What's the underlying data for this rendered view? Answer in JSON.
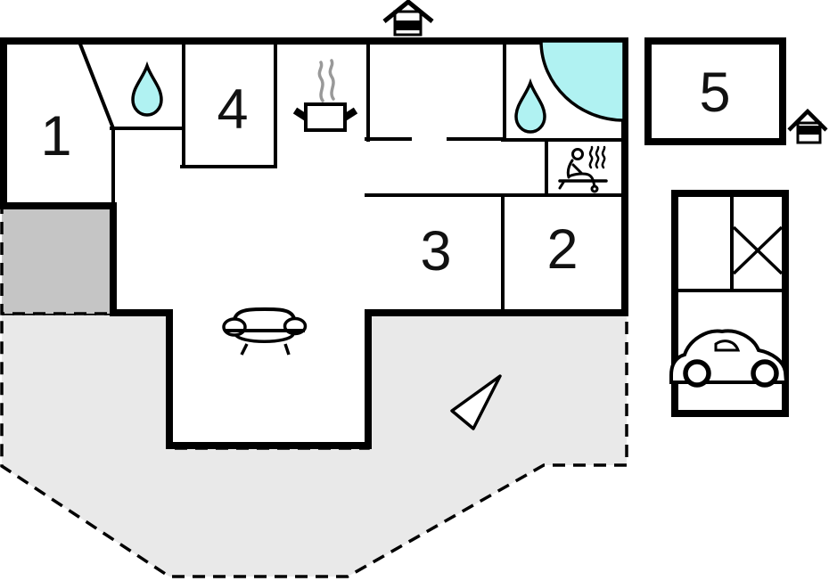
{
  "plan": {
    "rooms": [
      {
        "id": "room-1",
        "label": "1"
      },
      {
        "id": "room-2",
        "label": "2"
      },
      {
        "id": "room-3",
        "label": "3"
      },
      {
        "id": "room-4",
        "label": "4"
      },
      {
        "id": "room-5",
        "label": "5"
      }
    ],
    "icons": [
      "entrance-house-icon",
      "house-icon",
      "water-drop-icon-bathroom-1",
      "water-drop-icon-bathroom-2",
      "corner-bath-icon",
      "cooking-pot-icon",
      "sauna-icon",
      "sofa-icon",
      "north-arrow-icon",
      "car-icon",
      "cross-marking-icon"
    ]
  },
  "colors": {
    "wall": "#000000",
    "terrace_light": "#e9e9e9",
    "terrace_dark": "#c5c5c5",
    "water_cyan": "#b0f2f2",
    "steam_gray": "#999999",
    "background": "#ffffff"
  }
}
